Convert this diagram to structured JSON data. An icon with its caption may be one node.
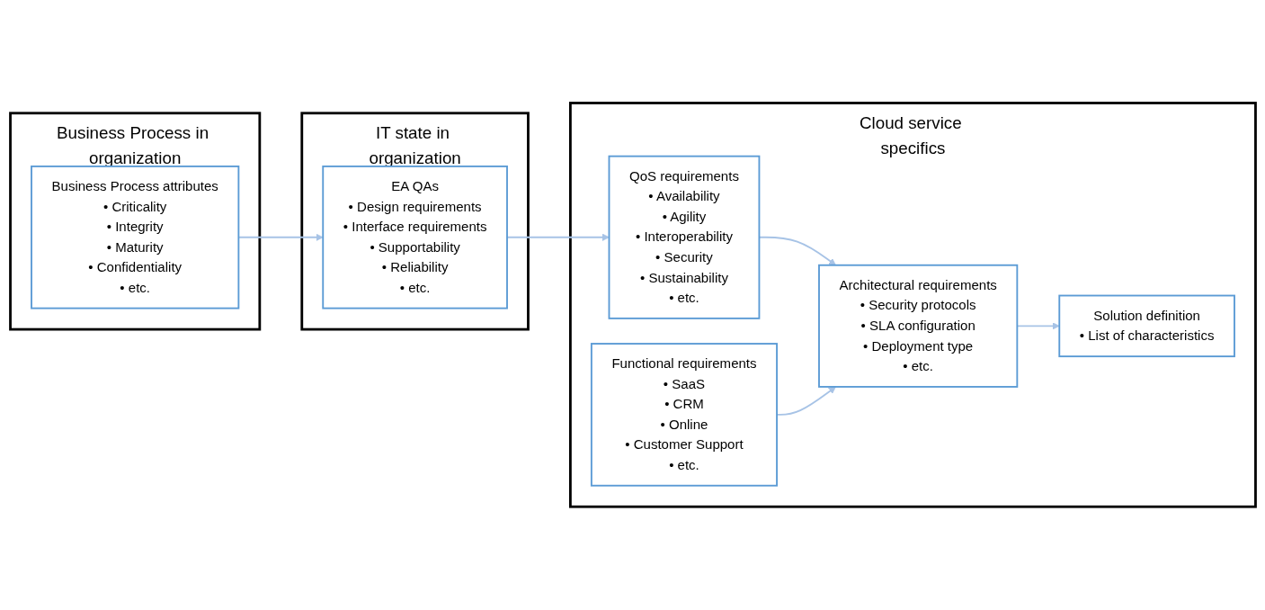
{
  "diagram": {
    "nodes": [
      {
        "text": [
          "Business Process in organization"
        ]
      },
      {
        "text": [
          "Business Process attributes",
          "• Criticality",
          "• Integrity",
          "• Maturity",
          "• Confidentiality",
          "• etc."
        ],
        "in": 0
      },
      {
        "text": [
          "IT state in organization"
        ]
      },
      {
        "text": [
          "EA QAs",
          "• Design requirements",
          "• Interface requirements",
          "• Supportability",
          "• Reliability",
          "• etc."
        ],
        "in": 2
      },
      {
        "text": [
          "Cloud service specifics"
        ]
      },
      {
        "text": [
          "QoS requirements",
          "• Availability",
          "• Agility",
          "• Interoperability",
          "• Security",
          "• Sustainability",
          "• etc."
        ],
        "in": 4
      },
      {
        "text": [
          "Architectural requirements",
          "• Security protocols",
          "• SLA configuration",
          "• Deployment type",
          "• etc."
        ],
        "in": 4
      },
      {
        "text": [
          "Solution definition",
          "• List of characteristics"
        ],
        "in": 4
      },
      {
        "text": [
          "Functional requirements",
          "• SaaS",
          "• CRM",
          "• Online",
          "• Customer Support",
          "• etc."
        ],
        "in": 4
      }
    ],
    "edges": [
      {
        "from": 1,
        "to": 3,
        "arrow": "to"
      },
      {
        "from": 3,
        "to": 5,
        "arrow": "to"
      },
      {
        "from": 5,
        "to": 6,
        "arrow": "to"
      },
      {
        "from": 8,
        "to": 6,
        "arrow": "to"
      },
      {
        "from": 6,
        "to": 7,
        "arrow": "to"
      }
    ]
  }
}
